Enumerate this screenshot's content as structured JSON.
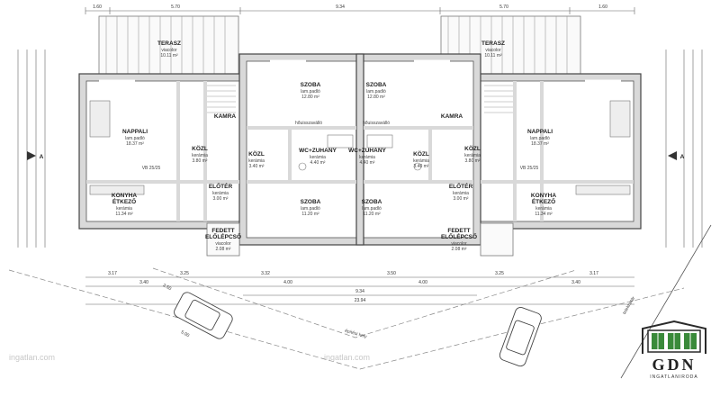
{
  "rooms": {
    "terasz_l": {
      "name": "TERASZ",
      "floor": "viacolor",
      "area": "10.11 m²"
    },
    "terasz_r": {
      "name": "TERASZ",
      "floor": "viacolor",
      "area": "10.11 m²"
    },
    "szoba_tl": {
      "name": "SZOBA",
      "floor": "lam.padló",
      "area": "12.80 m²"
    },
    "szoba_tr": {
      "name": "SZOBA",
      "floor": "lam.padló",
      "area": "12.80 m²"
    },
    "nappali_l": {
      "name": "NAPPALI",
      "floor": "lam.padló",
      "area": "18.37 m²"
    },
    "nappali_r": {
      "name": "NAPPALI",
      "floor": "lam.padló",
      "area": "18.37 m²"
    },
    "kamra_l": {
      "name": "KAMRA"
    },
    "kamra_r": {
      "name": "KAMRA"
    },
    "kozl_l": {
      "name": "KÖZL",
      "floor": "kerámia",
      "area": "3.80 m²"
    },
    "kozl_r": {
      "name": "KÖZL",
      "floor": "kerámia",
      "area": "3.80 m²"
    },
    "kozl2_l": {
      "name": "KÖZL",
      "floor": "kerámia",
      "area": "3.40 m²"
    },
    "kozl2_r": {
      "name": "KÖZL",
      "floor": "kerámia",
      "area": "3.40 m²"
    },
    "wc_l": {
      "name": "WC+ZUHANY",
      "floor": "kerámia",
      "area": "4.40 m²"
    },
    "wc_r": {
      "name": "WC+ZUHANY",
      "floor": "kerámia",
      "area": "4.40 m²"
    },
    "konyha_l": {
      "name": "KONYHA",
      "name2": "ÉTKEZŐ",
      "floor": "kerámia",
      "area": "11.34 m²"
    },
    "konyha_r": {
      "name": "KONYHA",
      "name2": "ÉTKEZŐ",
      "floor": "kerámia",
      "area": "11.34 m²"
    },
    "eloter_l": {
      "name": "ELŐTÉR",
      "floor": "kerámia",
      "area": "3.00 m²"
    },
    "eloter_r": {
      "name": "ELŐTÉR",
      "floor": "kerámia",
      "area": "3.00 m²"
    },
    "szoba_bl": {
      "name": "SZOBA",
      "floor": "lam.padló",
      "area": "11.20 m²"
    },
    "szoba_br": {
      "name": "SZOBA",
      "floor": "lam.padló",
      "area": "11.20 m²"
    },
    "fedett_l": {
      "name": "FEDETT",
      "name2": "ELŐLÉPCSŐ",
      "floor": "viacolor",
      "area": "2.08 m²"
    },
    "fedett_r": {
      "name": "FEDETT",
      "name2": "ELŐLÉPCSŐ",
      "floor": "viacolor",
      "area": "2.08 m²"
    }
  },
  "labels": {
    "hovisszavfo_l": "hőuisszaválló",
    "hovisszavfo_r": "hőuisszaválló",
    "vb_l": "VB 25/25",
    "vb_r": "VB 25/25",
    "section_a_l": "A",
    "section_a_r": "A",
    "epitesi_hely": "építési hely",
    "telekhatar": "telekhatár",
    "watermark": "ingatlan.com"
  },
  "dimensions": {
    "top": [
      "1.60",
      "5.70",
      "9.34",
      "5.70",
      "1.60"
    ],
    "bottom_row1": [
      "3.17",
      "3.25",
      "3.32",
      "3.50",
      "3.25",
      "3.17"
    ],
    "bottom_row2": [
      "3.40",
      "4.00",
      "4.00",
      "3.40"
    ],
    "bottom_total_a": "9.34",
    "bottom_total_b": "23.94",
    "car_dim": "5.00",
    "car_dim2": "2.50"
  },
  "logo": {
    "text": "GDN",
    "tagline": "INGATLANIRODA"
  }
}
